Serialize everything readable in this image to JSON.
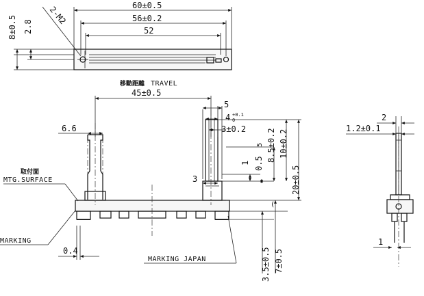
{
  "top_view": {
    "width_total": "60±0.5",
    "width_mid": "56±0.2",
    "width_inner": "52",
    "height_total": "8±0.5",
    "height_half": "2.8",
    "holes": "2-M2"
  },
  "travel": {
    "label_cjk": "移動距離",
    "label_en": "TRAVEL",
    "value": "45±0.5"
  },
  "front_view": {
    "dim_left_lever": "6.6",
    "dim_lever_width": "3",
    "dim_5": "5",
    "dim_4": "4",
    "dim_4_tol_upper": "+0.1",
    "dim_4_tol_lower": "0",
    "dim_3": "3±0.2",
    "dim_1": "1",
    "dim_05": "0.5",
    "dim_85": "8.5±0.2",
    "dim_10": "10±0.2",
    "dim_20": "20±0.5",
    "dim_35": "3.5±0.5",
    "dim_7": "7±0.5",
    "dim_04": "0.4",
    "mounting_cjk": "取付面",
    "mounting_surface": "MTG.SURFACE",
    "marking_left": "MARKING",
    "marking_japan": "MARKING JAPAN"
  },
  "side_view": {
    "dim_2": "2",
    "dim_12": "1.2±0.1",
    "dim_1": "1"
  }
}
